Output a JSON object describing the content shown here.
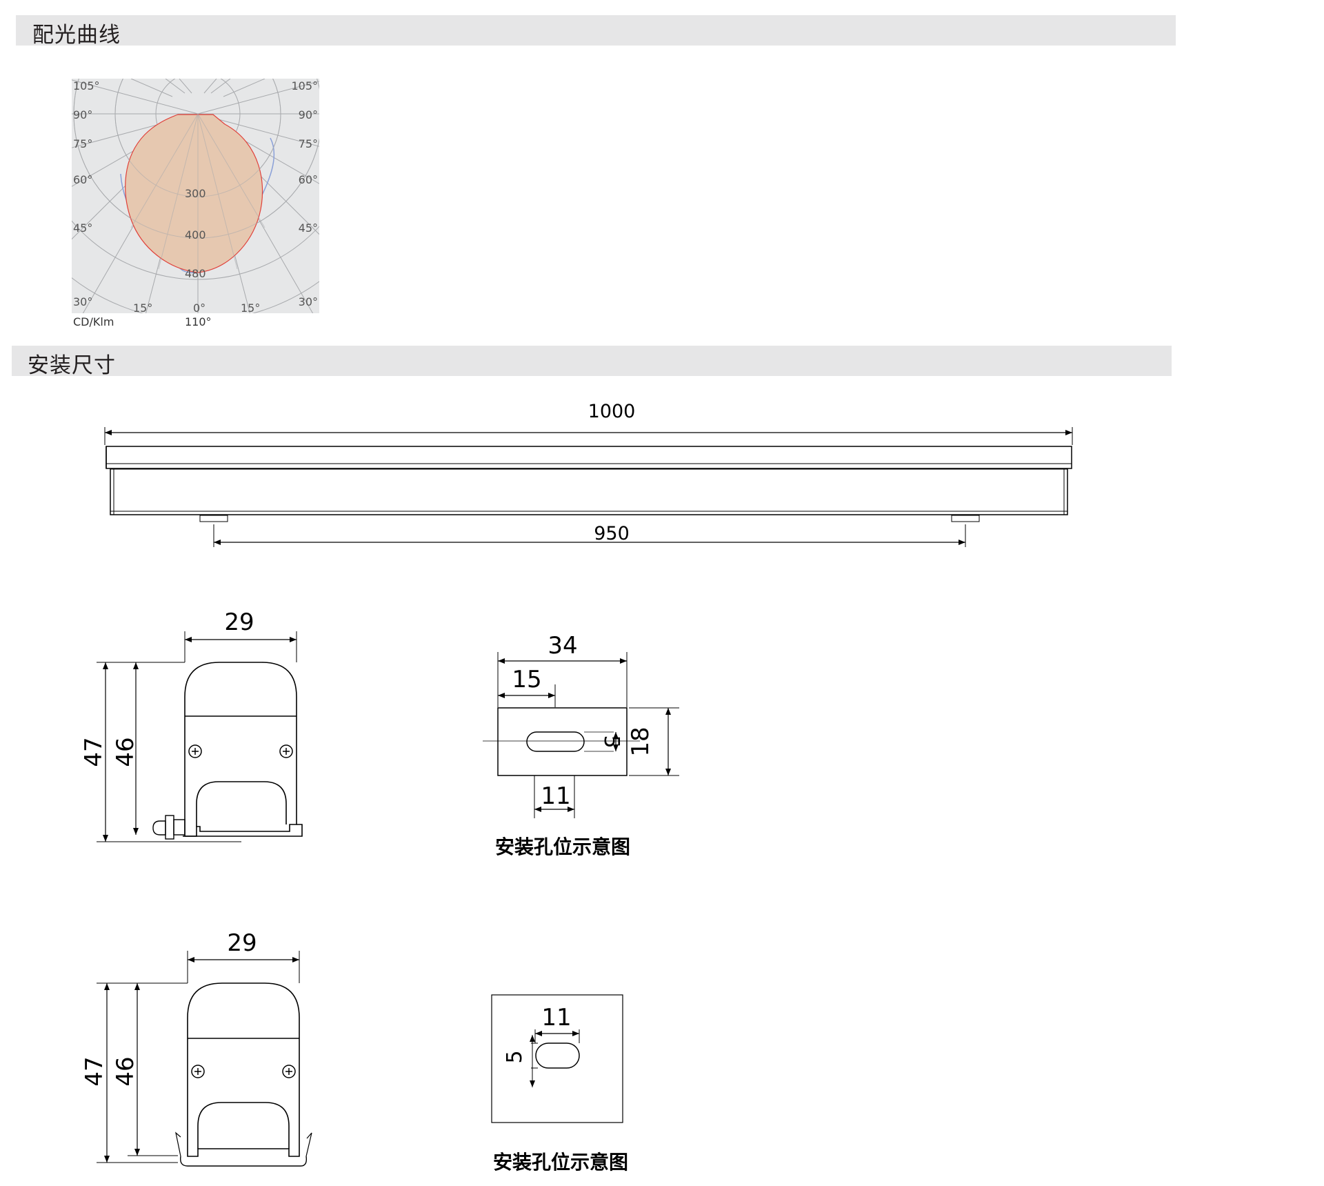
{
  "sections": {
    "light_distribution": "配光曲线",
    "install_dimensions": "安装尺寸"
  },
  "polar": {
    "left_angles": [
      "105°",
      "90°",
      "75°",
      "60°",
      "45°",
      "30°",
      "15°"
    ],
    "right_angles": [
      "105°",
      "90°",
      "75°",
      "60°",
      "45°",
      "30°",
      "15°"
    ],
    "bottom_center": "0°",
    "radial_labels": [
      "300",
      "400",
      "480"
    ],
    "unit": "CD/Klm",
    "beam": "110°"
  },
  "bar": {
    "total_length": "1000",
    "mount_spacing": "950"
  },
  "profile_a": {
    "width": "29",
    "height_outer": "47",
    "height_inner": "46"
  },
  "hole_a": {
    "width": "34",
    "offset": "15",
    "slot_width": "11",
    "slot_height": "5",
    "height": "18",
    "caption": "安装孔位示意图"
  },
  "profile_b": {
    "width": "29",
    "height_outer": "47",
    "height_inner": "46"
  },
  "hole_b": {
    "slot_width": "11",
    "slot_height": "5",
    "caption": "安装孔位示意图"
  },
  "colors": {
    "bar": "#e6e6e7",
    "beam_fill": "#e6c8b0",
    "beam_edge": "#e0403a",
    "ref_curve": "#8aa0d8"
  }
}
